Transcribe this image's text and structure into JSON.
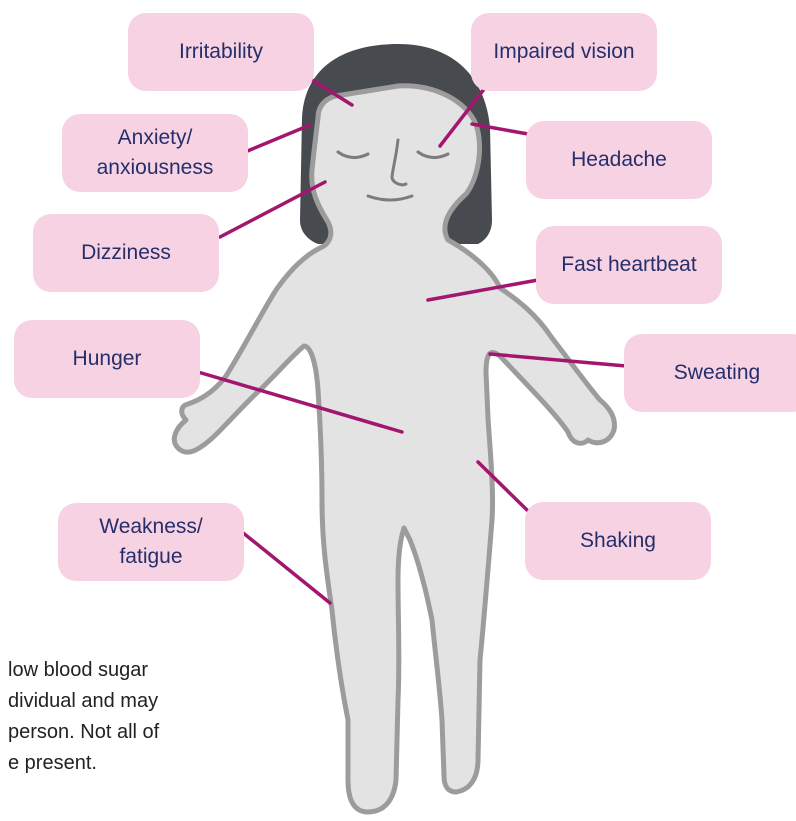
{
  "labels": {
    "irritability": "Irritability",
    "impaired_vision": "Impaired vision",
    "anxiety_line1": "Anxiety/",
    "anxiety_line2": "anxiousness",
    "headache": "Headache",
    "dizziness": "Dizziness",
    "fast_heartbeat": "Fast heartbeat",
    "hunger": "Hunger",
    "sweating": "Sweating",
    "weakness_line1": "Weakness/",
    "weakness_line2": "fatigue",
    "shaking": "Shaking"
  },
  "caption": {
    "line1": "low blood sugar",
    "line2": "dividual and may",
    "line3": "person. Not all of",
    "line4": "e present."
  },
  "colors": {
    "label_fill": "#f6d2e2",
    "label_text": "#262f6b",
    "pointer_line": "#a3166f",
    "body_fill": "#e3e3e3",
    "body_outline": "#9c9c9c",
    "hair": "#474b50"
  }
}
